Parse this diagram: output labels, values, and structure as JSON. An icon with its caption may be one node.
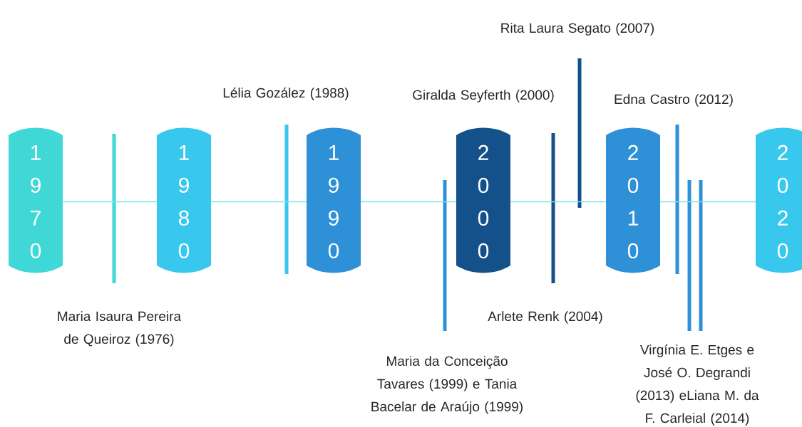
{
  "diagram": {
    "nodes": [
      {
        "text": [
          "1 9 7 0"
        ]
      },
      {
        "text": [
          "1 9 8 0"
        ]
      },
      {
        "text": [
          "1 9 9 0"
        ]
      },
      {
        "text": [
          "2 0 0 0"
        ],
        "beside": [
          "Giralda Seyferth (2000)"
        ]
      },
      {
        "text": [
          "2 0 1 0"
        ]
      },
      {
        "text": [
          "2 0 2 0"
        ]
      },
      {
        "text": [],
        "shape": "bar",
        "beside": [
          "Maria Isaura Pereira de Queiroz (1976)"
        ]
      },
      {
        "text": [],
        "shape": "bar",
        "beside": [
          "Lélia Gozález (1988)"
        ]
      },
      {
        "text": [],
        "shape": "bar",
        "beside": [
          "Maria da Conceição Tavares (1999) e Tania Bacelar de Araújo (1999)"
        ]
      },
      {
        "text": [],
        "shape": "bar",
        "beside": [
          "Arlete Renk (2004)"
        ]
      },
      {
        "text": [],
        "shape": "bar",
        "beside": [
          "Rita Laura Segato (2007)"
        ]
      },
      {
        "text": [],
        "shape": "bar",
        "beside": [
          "Edna Castro (2012)"
        ]
      },
      {
        "text": [],
        "shape": "bar",
        "beside": [
          "Virgínia E. Etges e José O. Degrandi (2013) eLiana M. da F. Carleial (2014)"
        ]
      },
      {
        "text": [],
        "shape": "bar"
      }
    ],
    "edges": [
      {
        "from": 0,
        "to": 1,
        "arrow": "none"
      },
      {
        "from": 1,
        "to": 2,
        "arrow": "none"
      },
      {
        "from": 2,
        "to": 3,
        "arrow": "none"
      },
      {
        "from": 3,
        "to": 4,
        "arrow": "none"
      },
      {
        "from": 4,
        "to": 5,
        "arrow": "none"
      }
    ]
  }
}
